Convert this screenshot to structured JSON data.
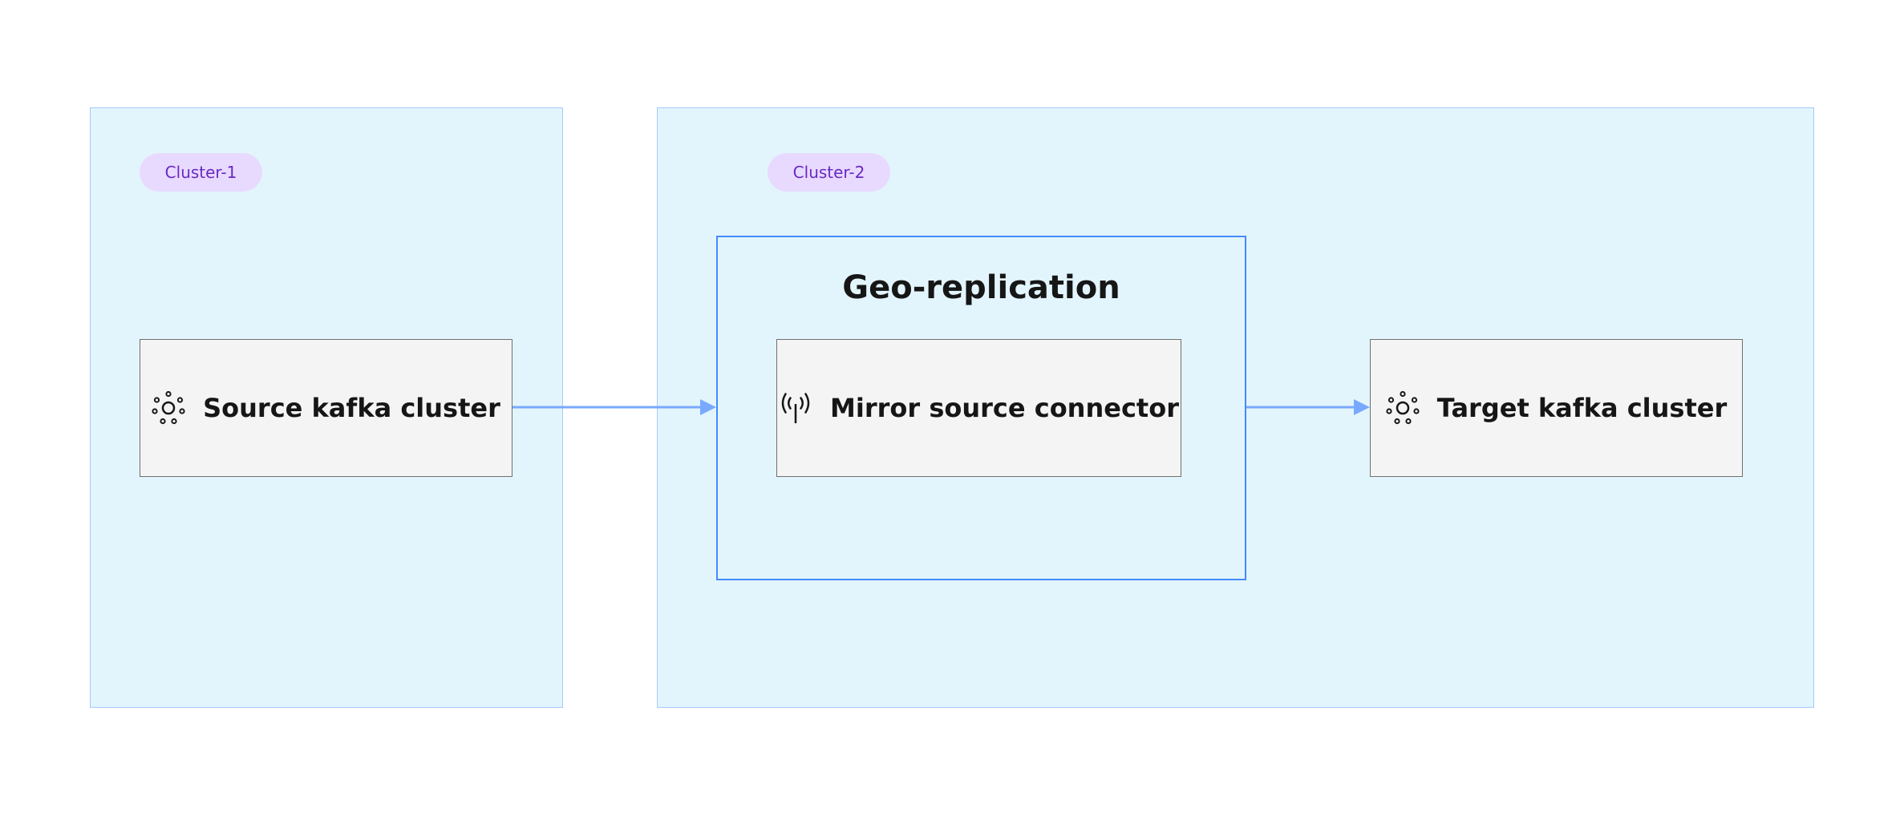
{
  "clusters": [
    {
      "tag": "Cluster-1"
    },
    {
      "tag": "Cluster-2"
    }
  ],
  "group": {
    "title": "Geo-replication"
  },
  "nodes": {
    "source": {
      "label": "Source kafka cluster",
      "icon": "kafka-cluster-icon"
    },
    "mirror": {
      "label": "Mirror source connector",
      "icon": "antenna-icon"
    },
    "target": {
      "label": "Target kafka cluster",
      "icon": "kafka-cluster-icon"
    }
  },
  "edges": [
    {
      "from": "Source kafka cluster",
      "to": "Geo-replication"
    },
    {
      "from": "Geo-replication",
      "to": "Target kafka cluster"
    }
  ],
  "colors": {
    "cluster_fill": "#e3f5fc",
    "cluster_border": "#a6c8ff",
    "tag_fill": "#e8daff",
    "tag_text": "#6929c4",
    "group_border": "#4589ff",
    "edge": "#78a9ff",
    "node_fill": "#f4f4f4",
    "node_border": "#6f6f6f"
  }
}
